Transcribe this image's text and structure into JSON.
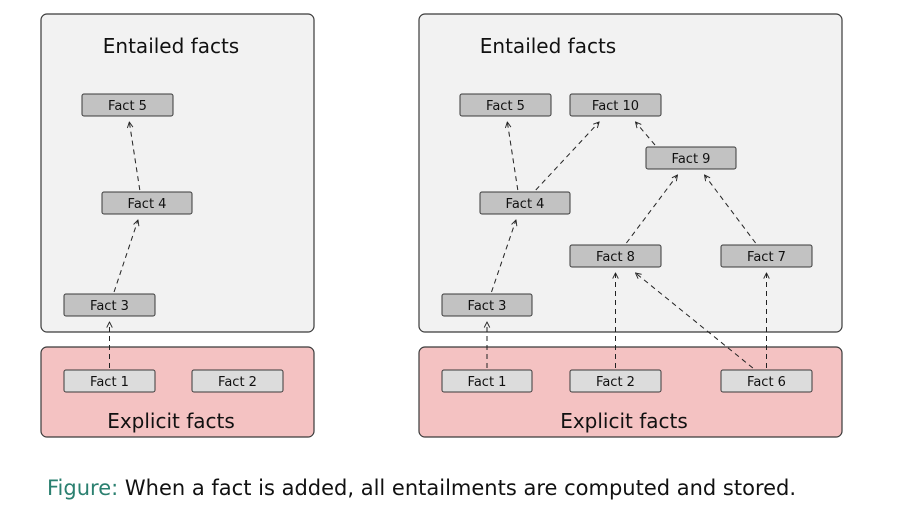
{
  "colors": {
    "entailed_panel": "#f2f2f2",
    "explicit_panel": "#f4c2c2",
    "entailed_node": "#c2c2c2",
    "explicit_node": "#dcdcdc",
    "caption_label": "#2b8070"
  },
  "left_diagram": {
    "entailed_title": "Entailed facts",
    "explicit_title": "Explicit facts",
    "nodes": [
      {
        "id": "L1",
        "label": "Fact 1"
      },
      {
        "id": "L2",
        "label": "Fact 2"
      },
      {
        "id": "L3",
        "label": "Fact 3"
      },
      {
        "id": "L4",
        "label": "Fact 4"
      },
      {
        "id": "L5",
        "label": "Fact 5"
      }
    ],
    "edges": [
      {
        "from": "L1",
        "to": "L3"
      },
      {
        "from": "L3",
        "to": "L4"
      },
      {
        "from": "L4",
        "to": "L5"
      }
    ]
  },
  "right_diagram": {
    "entailed_title": "Entailed facts",
    "explicit_title": "Explicit facts",
    "nodes": [
      {
        "id": "R1",
        "label": "Fact 1"
      },
      {
        "id": "R2",
        "label": "Fact 2"
      },
      {
        "id": "R6",
        "label": "Fact 6"
      },
      {
        "id": "R3",
        "label": "Fact 3"
      },
      {
        "id": "R4",
        "label": "Fact 4"
      },
      {
        "id": "R5",
        "label": "Fact 5"
      },
      {
        "id": "R8",
        "label": "Fact 8"
      },
      {
        "id": "R7",
        "label": "Fact 7"
      },
      {
        "id": "R9",
        "label": "Fact 9"
      },
      {
        "id": "R10",
        "label": "Fact 10"
      }
    ],
    "edges": [
      {
        "from": "R1",
        "to": "R3"
      },
      {
        "from": "R3",
        "to": "R4"
      },
      {
        "from": "R4",
        "to": "R5"
      },
      {
        "from": "R4",
        "to": "R10"
      },
      {
        "from": "R2",
        "to": "R8"
      },
      {
        "from": "R6",
        "to": "R8"
      },
      {
        "from": "R6",
        "to": "R7"
      },
      {
        "from": "R8",
        "to": "R9"
      },
      {
        "from": "R7",
        "to": "R9"
      },
      {
        "from": "R9",
        "to": "R10"
      }
    ]
  },
  "caption": {
    "label": "Figure:",
    "text": "When a fact is added, all entailments are computed and stored."
  }
}
